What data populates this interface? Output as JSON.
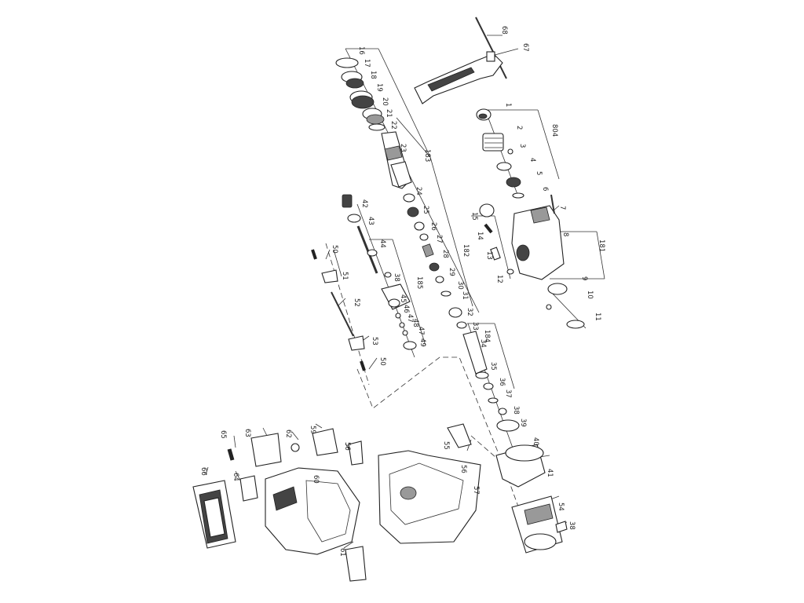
{
  "callouts": [
    {
      "id": "c1",
      "text": "1"
    },
    {
      "id": "c2",
      "text": "2"
    },
    {
      "id": "c3",
      "text": "3"
    },
    {
      "id": "c4",
      "text": "4"
    },
    {
      "id": "c5",
      "text": "5"
    },
    {
      "id": "c6",
      "text": "6"
    },
    {
      "id": "c7",
      "text": "7"
    },
    {
      "id": "c8",
      "text": "8"
    },
    {
      "id": "c9",
      "text": "9"
    },
    {
      "id": "c10",
      "text": "10"
    },
    {
      "id": "c11",
      "text": "11"
    },
    {
      "id": "c12",
      "text": "12"
    },
    {
      "id": "c13",
      "text": "13"
    },
    {
      "id": "c14",
      "text": "14"
    },
    {
      "id": "c15",
      "text": "15"
    },
    {
      "id": "c16",
      "text": "16"
    },
    {
      "id": "c17",
      "text": "17"
    },
    {
      "id": "c18",
      "text": "18"
    },
    {
      "id": "c19",
      "text": "19"
    },
    {
      "id": "c20",
      "text": "20"
    },
    {
      "id": "c21",
      "text": "21"
    },
    {
      "id": "c22",
      "text": "22"
    },
    {
      "id": "c23",
      "text": "23"
    },
    {
      "id": "c24",
      "text": "24"
    },
    {
      "id": "c25",
      "text": "25"
    },
    {
      "id": "c26",
      "text": "26"
    },
    {
      "id": "c27",
      "text": "27"
    },
    {
      "id": "c28",
      "text": "28"
    },
    {
      "id": "c29",
      "text": "29"
    },
    {
      "id": "c30",
      "text": "30"
    },
    {
      "id": "c31",
      "text": "31"
    },
    {
      "id": "c32",
      "text": "32"
    },
    {
      "id": "c33",
      "text": "33"
    },
    {
      "id": "c34",
      "text": "34"
    },
    {
      "id": "c35",
      "text": "35"
    },
    {
      "id": "c36",
      "text": "36"
    },
    {
      "id": "c37",
      "text": "37"
    },
    {
      "id": "c38a",
      "text": "38"
    },
    {
      "id": "c38b",
      "text": "38"
    },
    {
      "id": "c38c",
      "text": "38"
    },
    {
      "id": "c39",
      "text": "39"
    },
    {
      "id": "c40",
      "text": "40"
    },
    {
      "id": "c41",
      "text": "41"
    },
    {
      "id": "c42",
      "text": "42"
    },
    {
      "id": "c43",
      "text": "43"
    },
    {
      "id": "c44",
      "text": "44"
    },
    {
      "id": "c45",
      "text": "45"
    },
    {
      "id": "c46",
      "text": "46"
    },
    {
      "id": "c47a",
      "text": "47"
    },
    {
      "id": "c47b",
      "text": "47"
    },
    {
      "id": "c48",
      "text": "48"
    },
    {
      "id": "c49",
      "text": "49"
    },
    {
      "id": "c50a",
      "text": "50"
    },
    {
      "id": "c50b",
      "text": "50"
    },
    {
      "id": "c51",
      "text": "51"
    },
    {
      "id": "c52",
      "text": "52"
    },
    {
      "id": "c53",
      "text": "53"
    },
    {
      "id": "c54",
      "text": "54"
    },
    {
      "id": "c55",
      "text": "55"
    },
    {
      "id": "c56a",
      "text": "56"
    },
    {
      "id": "c56b",
      "text": "56"
    },
    {
      "id": "c57",
      "text": "57"
    },
    {
      "id": "c59",
      "text": "59"
    },
    {
      "id": "c60",
      "text": "60"
    },
    {
      "id": "c61",
      "text": "61"
    },
    {
      "id": "c62",
      "text": "62"
    },
    {
      "id": "c63",
      "text": "63"
    },
    {
      "id": "c64",
      "text": "64"
    },
    {
      "id": "c65",
      "text": "65"
    },
    {
      "id": "c66",
      "text": "66"
    },
    {
      "id": "c67",
      "text": "67"
    },
    {
      "id": "c68",
      "text": "68"
    },
    {
      "id": "c181",
      "text": "181"
    },
    {
      "id": "c182",
      "text": "182"
    },
    {
      "id": "c183",
      "text": "183"
    },
    {
      "id": "c184",
      "text": "184"
    },
    {
      "id": "c185",
      "text": "185"
    },
    {
      "id": "c804",
      "text": "804"
    }
  ]
}
